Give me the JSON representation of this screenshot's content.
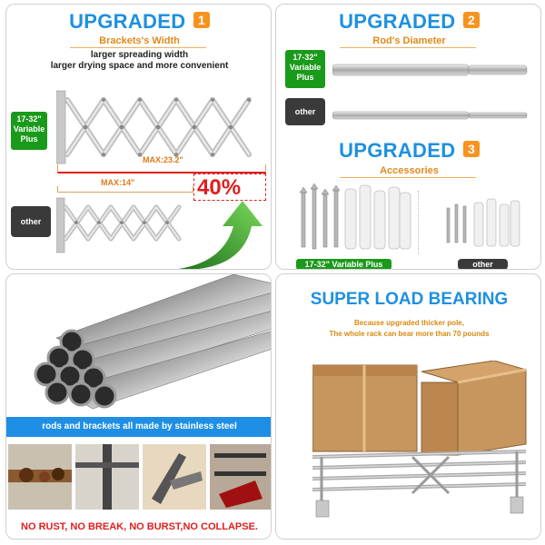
{
  "panel1": {
    "title": "UPGRADED",
    "badge": "1",
    "subtitle": "Brackets's Width",
    "line1": "larger spreading width",
    "line2": "larger drying space and more convenient",
    "variable_tag": "17-32\" Variable Plus",
    "other_tag": "other",
    "max_upper": "MAX:23.2\"",
    "max_lower": "MAX:14\"",
    "percent": "40%",
    "accent_color": "#e01e1e"
  },
  "panel2": {
    "title": "UPGRADED",
    "badge": "2",
    "subtitle": "Rod's Diameter",
    "variable_tag": "17-32\" Variable Plus",
    "other_tag": "other",
    "title3": "UPGRADED",
    "badge3": "3",
    "subtitle3": "Accessories",
    "acc_left_label": "17-32\" Variable Plus",
    "acc_right_label": "other"
  },
  "panel3": {
    "banner": "rods and brackets all made by stainless steel",
    "footer": "NO RUST, NO BREAK, NO BURST,NO COLLAPSE."
  },
  "panel4": {
    "title": "SUPER LOAD BEARING",
    "desc1": "Because upgraded thicker pole,",
    "desc2": "The whole rack can bear more than 70 pounds"
  }
}
